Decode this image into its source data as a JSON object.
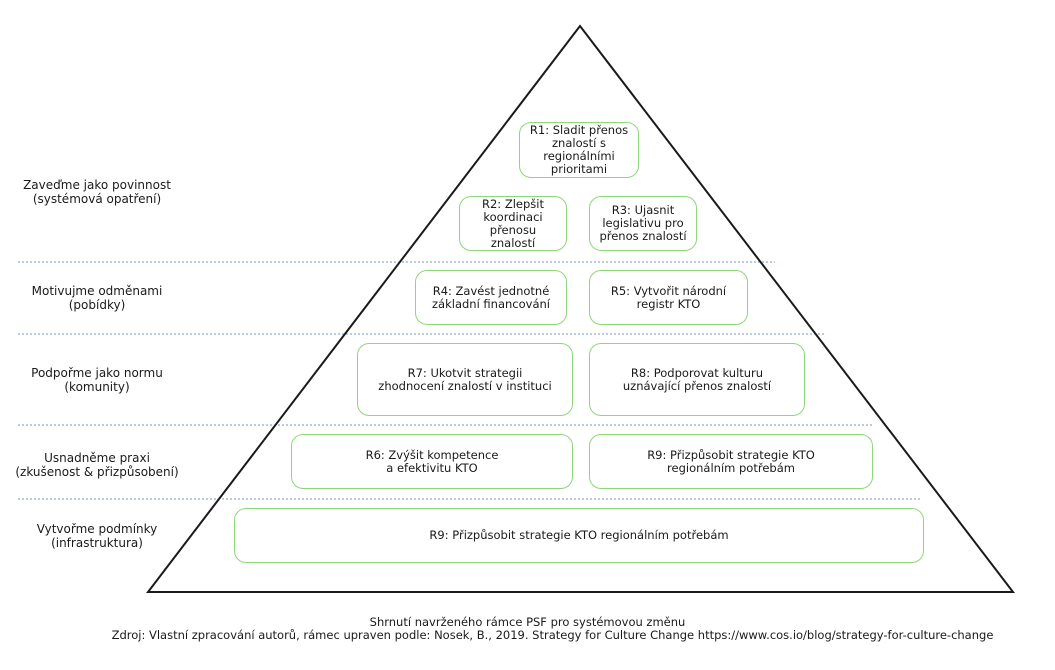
{
  "levels": [
    {
      "label": "Zaveďme jako povinnost\n(systémová opatření)"
    },
    {
      "label": "Motivujme odměnami\n(pobídky)"
    },
    {
      "label": "Podpořme jako normu\n(komunity)"
    },
    {
      "label": "Usnadněme praxi\n(zkušenost & přizpůsobení)"
    },
    {
      "label": "Vytvořme podmínky\n(infrastruktura)"
    }
  ],
  "boxes": {
    "r1": "R1: Sladit přenos\nznalostí s\nregionálními\nprioritami",
    "r2": "R2: Zlepšit\nkoordinaci\npřenosu znalostí",
    "r3": "R3: Ujasnit\nlegislativu pro\npřenos znalostí",
    "r4": "R4: Zavést jednotné\nzákladní financování",
    "r5": "R5: Vytvořit národní\nregistr KTO",
    "r7": "R7: Ukotvit strategii\nzhodnocení znalostí v instituci",
    "r8": "R8: Podporovat kulturu\nuznávající přenos znalostí",
    "r6": "R6: Zvýšit kompetence\na efektivitu KTO",
    "r9a": "R9: Přizpůsobit strategie KTO\nregionálním potřebám",
    "r9b": "R9: Přizpůsobit strategie KTO regionálním potřebám"
  },
  "caption": {
    "title": "Shrnutí navrženého rámce PSF pro systémovou změnu",
    "source": "Zdroj: Vlastní zpracování autorů, rámec upraven podle: Nosek, B., 2019. Strategy for Culture Change https://www.cos.io/blog/strategy-for-culture-change"
  },
  "colors": {
    "box_border": "#8fd67a",
    "divider": "#7f93c9",
    "outline": "#1a1a1a"
  }
}
